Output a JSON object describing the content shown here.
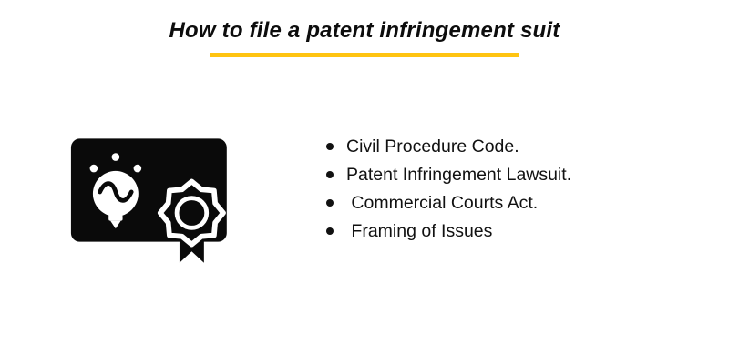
{
  "header": {
    "title": "How to file a patent infringement suit",
    "underline_color": "#FFC411"
  },
  "content": {
    "icon": "patent-certificate-award-icon",
    "icon_color": "#0a0a0a",
    "bullets": [
      "Civil Procedure Code.",
      "Patent Infringement Lawsuit.",
      " Commercial Courts Act.",
      " Framing of Issues"
    ]
  }
}
